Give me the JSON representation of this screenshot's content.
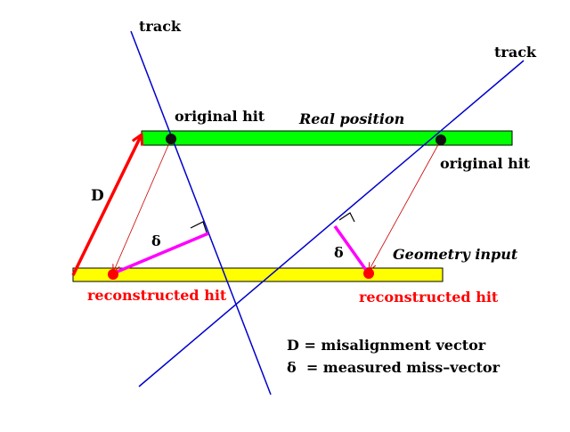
{
  "labels": {
    "track_left": "track",
    "track_right": "track",
    "original_hit_left": "original hit",
    "original_hit_right": "original hit",
    "real_position": "Real position",
    "geometry_input": "Geometry input",
    "reconstructed_hit_left": "reconstructed hit",
    "reconstructed_hit_right": "reconstructed hit",
    "misalignment_symbol": "D",
    "delta_left": "δ",
    "delta_right": "δ"
  },
  "legend": {
    "line1": "D = misalignment vector",
    "line2": "δ  = measured miss–vector"
  },
  "colors": {
    "track": "#0000cc",
    "real_bar": "#00ff00",
    "geometry_bar": "#ffff00",
    "misalignment_arrow": "#ff0000",
    "thin_arrow": "#cc0000",
    "miss_vector": "#ff00ff",
    "reconstructed_text": "#ff0000",
    "original_hit_dot": "#111111",
    "reconstructed_hit_dot": "#ff0000"
  }
}
